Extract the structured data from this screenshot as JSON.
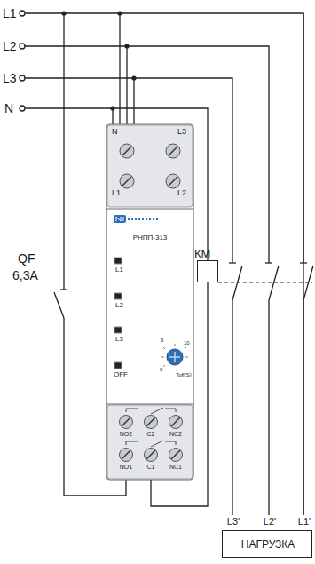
{
  "diagram": {
    "nodes": [
      {
        "text": [
          "N",
          "L3",
          "L1",
          "L2",
          "РНПП-313",
          "L1",
          "L2",
          "L3",
          "OFF",
          "Toff(S)",
          "0",
          "5",
          "10",
          "NO2",
          "C2",
          "NC2",
          "NO1",
          "C1",
          "NC1"
        ]
      },
      {
        "text": [
          "КМ"
        ]
      },
      {
        "text": [
          "НАГРУЗКА",
          "L3'",
          "L2'",
          "L1'"
        ]
      }
    ],
    "edges": [
      {
        "from": 0,
        "to": 1,
        "arrow": "none"
      }
    ],
    "labels": [
      "L1",
      "L2",
      "L3",
      "N",
      "QF",
      "6,3A"
    ]
  }
}
